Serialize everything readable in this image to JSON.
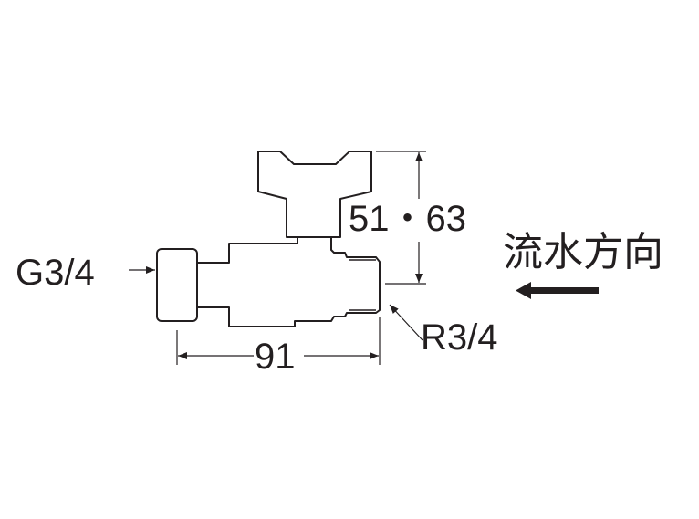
{
  "labels": {
    "inlet_thread": "G3/4",
    "height_dimension": "51・63",
    "length_dimension": "91",
    "outlet_thread": "R3/4",
    "flow_direction": "流水方向"
  },
  "colors": {
    "line": "#231f20",
    "background": "#ffffff"
  }
}
